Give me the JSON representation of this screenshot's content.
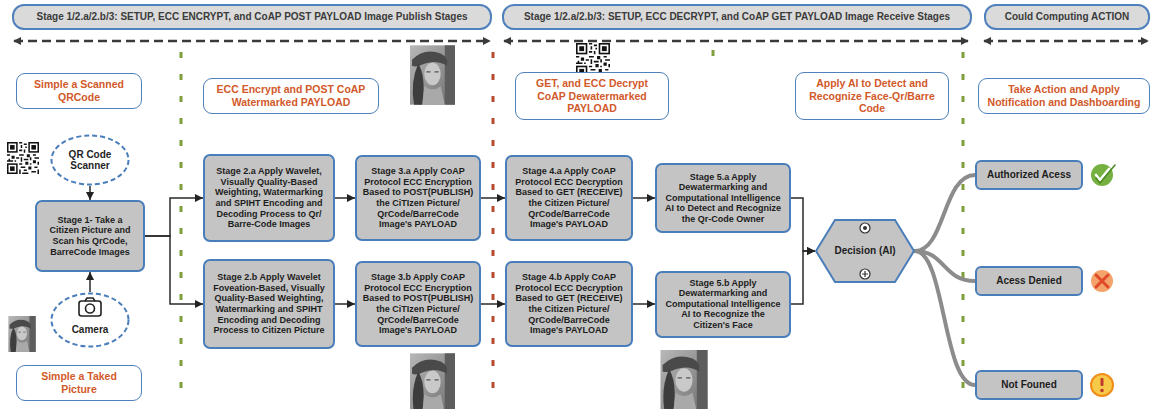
{
  "diagram": {
    "nodes": [
      {
        "text": [
          "Stage 1/2.a/2.b/3: SETUP, ECC ENCRYPT, and CoAP POST PAYLOAD Image Publish Stages"
        ]
      },
      {
        "text": [
          "Stage 1/2.a/2.b/3: SETUP, ECC DECRYPT, and CoAP GET PAYLOAD Image Receive Stages"
        ]
      },
      {
        "text": [
          "Could Computing ACTION"
        ]
      },
      {
        "text": [
          "Simple a Scanned QRCode"
        ]
      },
      {
        "text": [
          "ECC Encrypt and POST CoAP Watermarked PAYLOAD"
        ]
      },
      {
        "text": [
          "GET, and ECC Decrypt CoAP Dewatermarked PAYLOAD"
        ]
      },
      {
        "text": [
          "Apply AI to Detect and Recognize Face-Qr/Barre Code"
        ]
      },
      {
        "text": [
          "Take Action and Apply Notification and Dashboarding"
        ]
      },
      {
        "text": [
          "QR Code Scanner"
        ]
      },
      {
        "text": [
          "Stage 1- Take a Citizen Picture and Scan his QrCode, BarreCode Images"
        ]
      },
      {
        "text": [
          "Camera"
        ]
      },
      {
        "text": [
          "Simple a Taked Picture"
        ]
      },
      {
        "text": [
          "Stage 2.a Apply Wavelet, Visually Quality-Based Weighting, Watermarking and SPIHT Encoding and Decoding Process to Qr/ Barre-Code Images"
        ]
      },
      {
        "text": [
          "Stage 2.b Apply Wavelet Foveation-Based, Visually Quality-Based Weighting, Watermarking and SPIHT Encoding and Decoding Process to Citizen Picture"
        ]
      },
      {
        "text": [
          "Stage 3.a Apply CoAP Protocol ECC Encryption Based to POST(PUBLISH) the CiTIzen Picture/ QrCode/BarreCode Image's PAYLOAD"
        ]
      },
      {
        "text": [
          "Stage 3.b Apply CoAP Protocol ECC Encryption Based to POST(PUBLISH) the CiTIzen Picture/ QrCode/BarreCode Image's PAYLOAD"
        ]
      },
      {
        "text": [
          "Stage 4.a Apply CoAP Protocol ECC Decryption Based to GET (RECEIVE) the Citizen Picture/ QrCode/BarreCode Image's PAYLOAD"
        ]
      },
      {
        "text": [
          "Stage 4.b Apply CoAP Protocol ECC Decryption Based to GET (RECEIVE) the Citizen Picture/ QrCode/BarreCode Image's PAYLOAD"
        ]
      },
      {
        "text": [
          "Stage 5.a Apply Dewatermarking and Computational Intelligence AI to Detect and Recognize the Qr-Code Owner"
        ]
      },
      {
        "text": [
          "Stage 5.b Apply Dewatermarking and Computational Intelligence AI to Recognize the Citizen's Face"
        ]
      },
      {
        "text": [
          "Decision (AI)"
        ]
      },
      {
        "text": [
          "Authorized Acess"
        ]
      },
      {
        "text": [
          "Acess Denied"
        ]
      },
      {
        "text": [
          "Not Founed"
        ]
      }
    ],
    "edges": [
      {
        "from": 8,
        "to": 9,
        "arrow": "to"
      },
      {
        "from": 10,
        "to": 9,
        "arrow": "to"
      },
      {
        "from": 9,
        "to": 12,
        "arrow": "to"
      },
      {
        "from": 9,
        "to": 13,
        "arrow": "to"
      },
      {
        "from": 12,
        "to": 14,
        "arrow": "to"
      },
      {
        "from": 14,
        "to": 16,
        "arrow": "to"
      },
      {
        "from": 16,
        "to": 18,
        "arrow": "to"
      },
      {
        "from": 13,
        "to": 15,
        "arrow": "to"
      },
      {
        "from": 15,
        "to": 17,
        "arrow": "to"
      },
      {
        "from": 17,
        "to": 19,
        "arrow": "to"
      },
      {
        "from": 18,
        "to": 20,
        "arrow": "to"
      },
      {
        "from": 19,
        "to": 20,
        "arrow": "to"
      },
      {
        "from": 20,
        "to": 21,
        "arrow": "none"
      },
      {
        "from": 20,
        "to": 22,
        "arrow": "none"
      },
      {
        "from": 20,
        "to": 23,
        "arrow": "none"
      }
    ]
  }
}
